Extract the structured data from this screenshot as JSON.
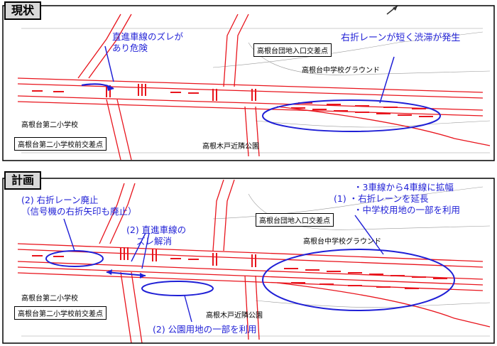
{
  "top": {
    "tag": "現状",
    "note_left": "直進車線のズレがあり危険",
    "note_left_l1": "直進車線のズレが",
    "note_left_l2": "あり危険",
    "note_right": "右折レーンが短く渋滞が発生",
    "label_entry": "高根台団地入口交差点",
    "label_ground": "高根台中学校グラウンド",
    "label_school": "高根台第二小学校",
    "label_front": "高根台第二小学校前交差点",
    "label_park": "高根木戸近隣公園"
  },
  "bottom": {
    "tag": "計画",
    "note_a_l1": "(2) 右折レーン廃止",
    "note_a_l2": "（信号機の右折矢印も廃止）",
    "note_b_l1": "(2) 直進車線の",
    "note_b_l2": "ズレ解消",
    "note_c_l1": "・3車線から4車線に拡幅",
    "note_c_l2": "(1)  ・右折レーンを延長",
    "note_c_l3": "・中学校用地の一部を利用",
    "note_d": "(2) 公園用地の一部を利用",
    "label_entry": "高根台団地入口交差点",
    "label_ground": "高根台中学校グラウンド",
    "label_school": "高根台第二小学校",
    "label_front": "高根台第二小学校前交差点",
    "label_park": "高根木戸近隣公園"
  },
  "colors": {
    "road": "#e8141c",
    "note": "#1f1fd6",
    "arrow": "#e8141c"
  }
}
